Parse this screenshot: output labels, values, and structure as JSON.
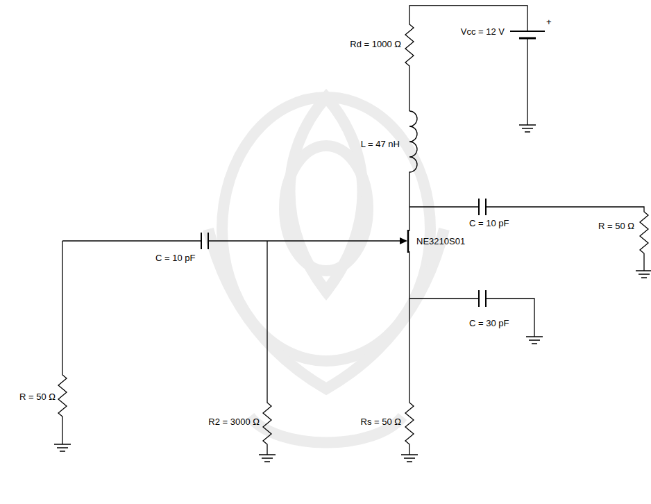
{
  "diagram": {
    "labels": [
      "Vcc = 12 V",
      "+",
      "Rd = 1000 Ω",
      "L = 47 nH",
      "C = 10 pF",
      "NE3210S01",
      "C = 10 pF",
      "R = 50 Ω",
      "C = 30 pF",
      "R = 50 Ω",
      "R2 = 3000 Ω",
      "Rs = 50 Ω"
    ]
  }
}
